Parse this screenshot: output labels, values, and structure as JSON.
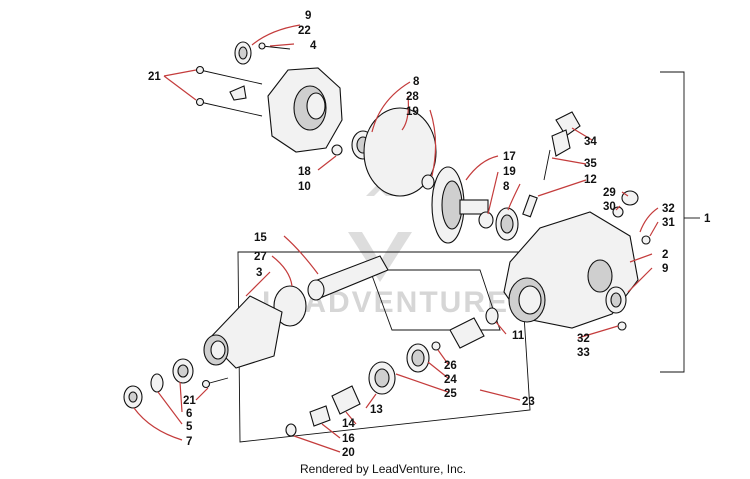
{
  "watermark": {
    "brand": "LEADVENTURE"
  },
  "credit": "Rendered by LeadVenture, Inc.",
  "callouts": {
    "c9a": "9",
    "c22": "22",
    "c4": "4",
    "c21a": "21",
    "c8a": "8",
    "c28": "28",
    "c19a": "19",
    "c18": "18",
    "c10": "10",
    "c17": "17",
    "c19b": "19",
    "c8b": "8",
    "c34": "34",
    "c35": "35",
    "c12": "12",
    "c29": "29",
    "c30": "30",
    "c32a": "32",
    "c31": "31",
    "c1": "1",
    "c2": "2",
    "c9b": "9",
    "c15": "15",
    "c27": "27",
    "c3": "3",
    "c11": "11",
    "c32b": "32",
    "c33": "33",
    "c26": "26",
    "c24": "24",
    "c25": "25",
    "c23": "23",
    "c21b": "21",
    "c6": "6",
    "c5": "5",
    "c7": "7",
    "c14": "14",
    "c13": "13",
    "c16": "16",
    "c20": "20"
  }
}
